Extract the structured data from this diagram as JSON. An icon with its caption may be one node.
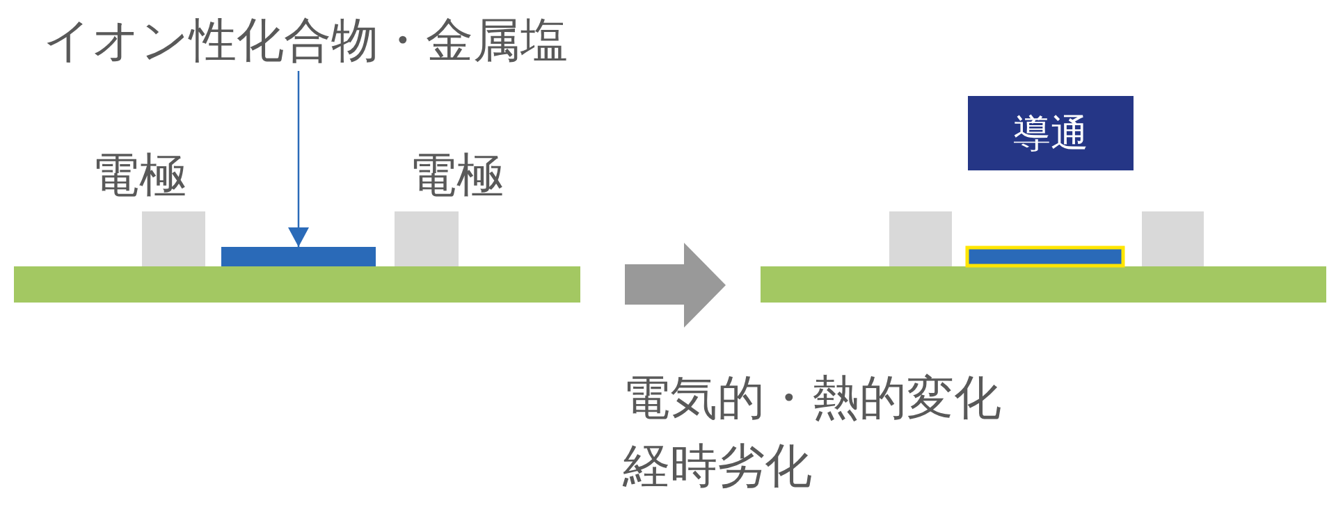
{
  "diagram": {
    "nodes": [
      {
        "text": [
          "イオン性化合物・金属塩"
        ]
      },
      {
        "text": [],
        "shape": "bar"
      },
      {
        "text": [
          "導通"
        ]
      }
    ],
    "edges": [
      {
        "from": 0,
        "to": 1,
        "arrow": "to"
      }
    ],
    "labels": [
      "電極",
      "電極",
      "電気的・熱的変化",
      "経時劣化"
    ]
  }
}
